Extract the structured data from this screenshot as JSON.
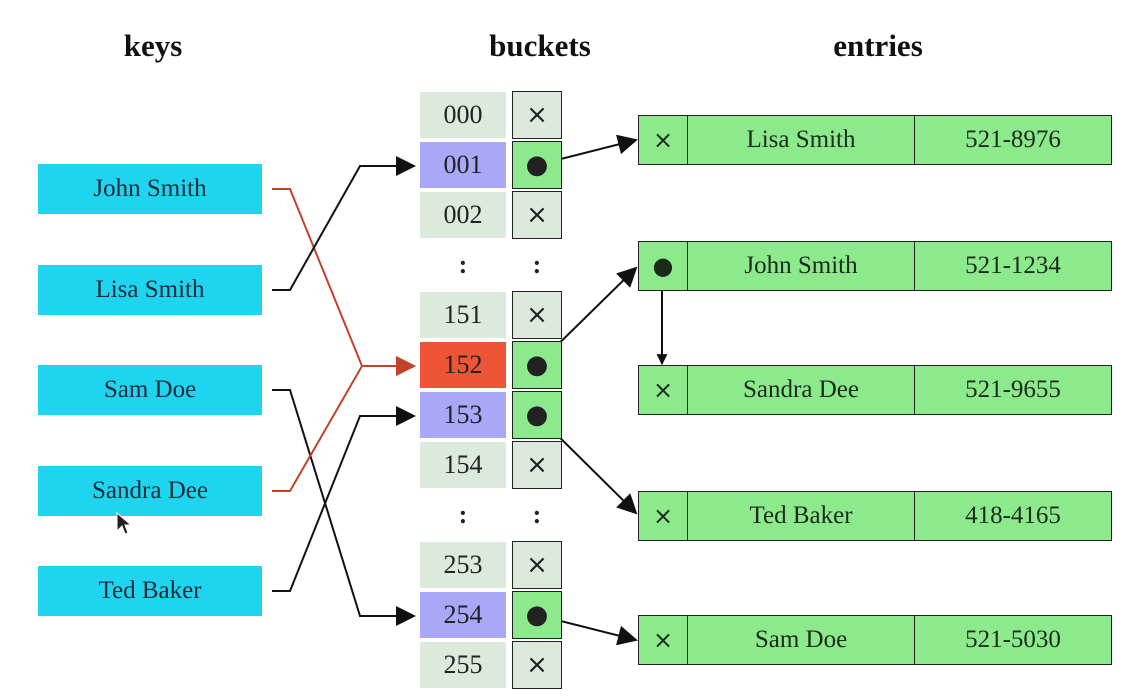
{
  "headings": {
    "keys": "keys",
    "buckets": "buckets",
    "entries": "entries"
  },
  "colors": {
    "key_fill": "#1fd4ef",
    "bucket_hashed": "#a8a8f6",
    "bucket_collision": "#ee5537",
    "entry_fill": "#8cea8c",
    "collision_arrow": "#c0432a"
  },
  "keys": [
    "John Smith",
    "Lisa Smith",
    "Sam Doe",
    "Sandra Dee",
    "Ted Baker"
  ],
  "buckets": [
    {
      "index": "000",
      "slot": "×"
    },
    {
      "index": "001",
      "slot": "●"
    },
    {
      "index": "002",
      "slot": "×"
    },
    {
      "index": "151",
      "slot": "×"
    },
    {
      "index": "152",
      "slot": "●"
    },
    {
      "index": "153",
      "slot": "●"
    },
    {
      "index": "154",
      "slot": "×"
    },
    {
      "index": "253",
      "slot": "×"
    },
    {
      "index": "254",
      "slot": "●"
    },
    {
      "index": "255",
      "slot": "×"
    }
  ],
  "ellipsis": ":",
  "entries": [
    {
      "next": "×",
      "name": "Lisa Smith",
      "phone": "521-8976"
    },
    {
      "next": "●",
      "name": "John Smith",
      "phone": "521-1234"
    },
    {
      "next": "×",
      "name": "Sandra Dee",
      "phone": "521-9655"
    },
    {
      "next": "×",
      "name": "Ted Baker",
      "phone": "418-4165"
    },
    {
      "next": "×",
      "name": "Sam Doe",
      "phone": "521-5030"
    }
  ]
}
